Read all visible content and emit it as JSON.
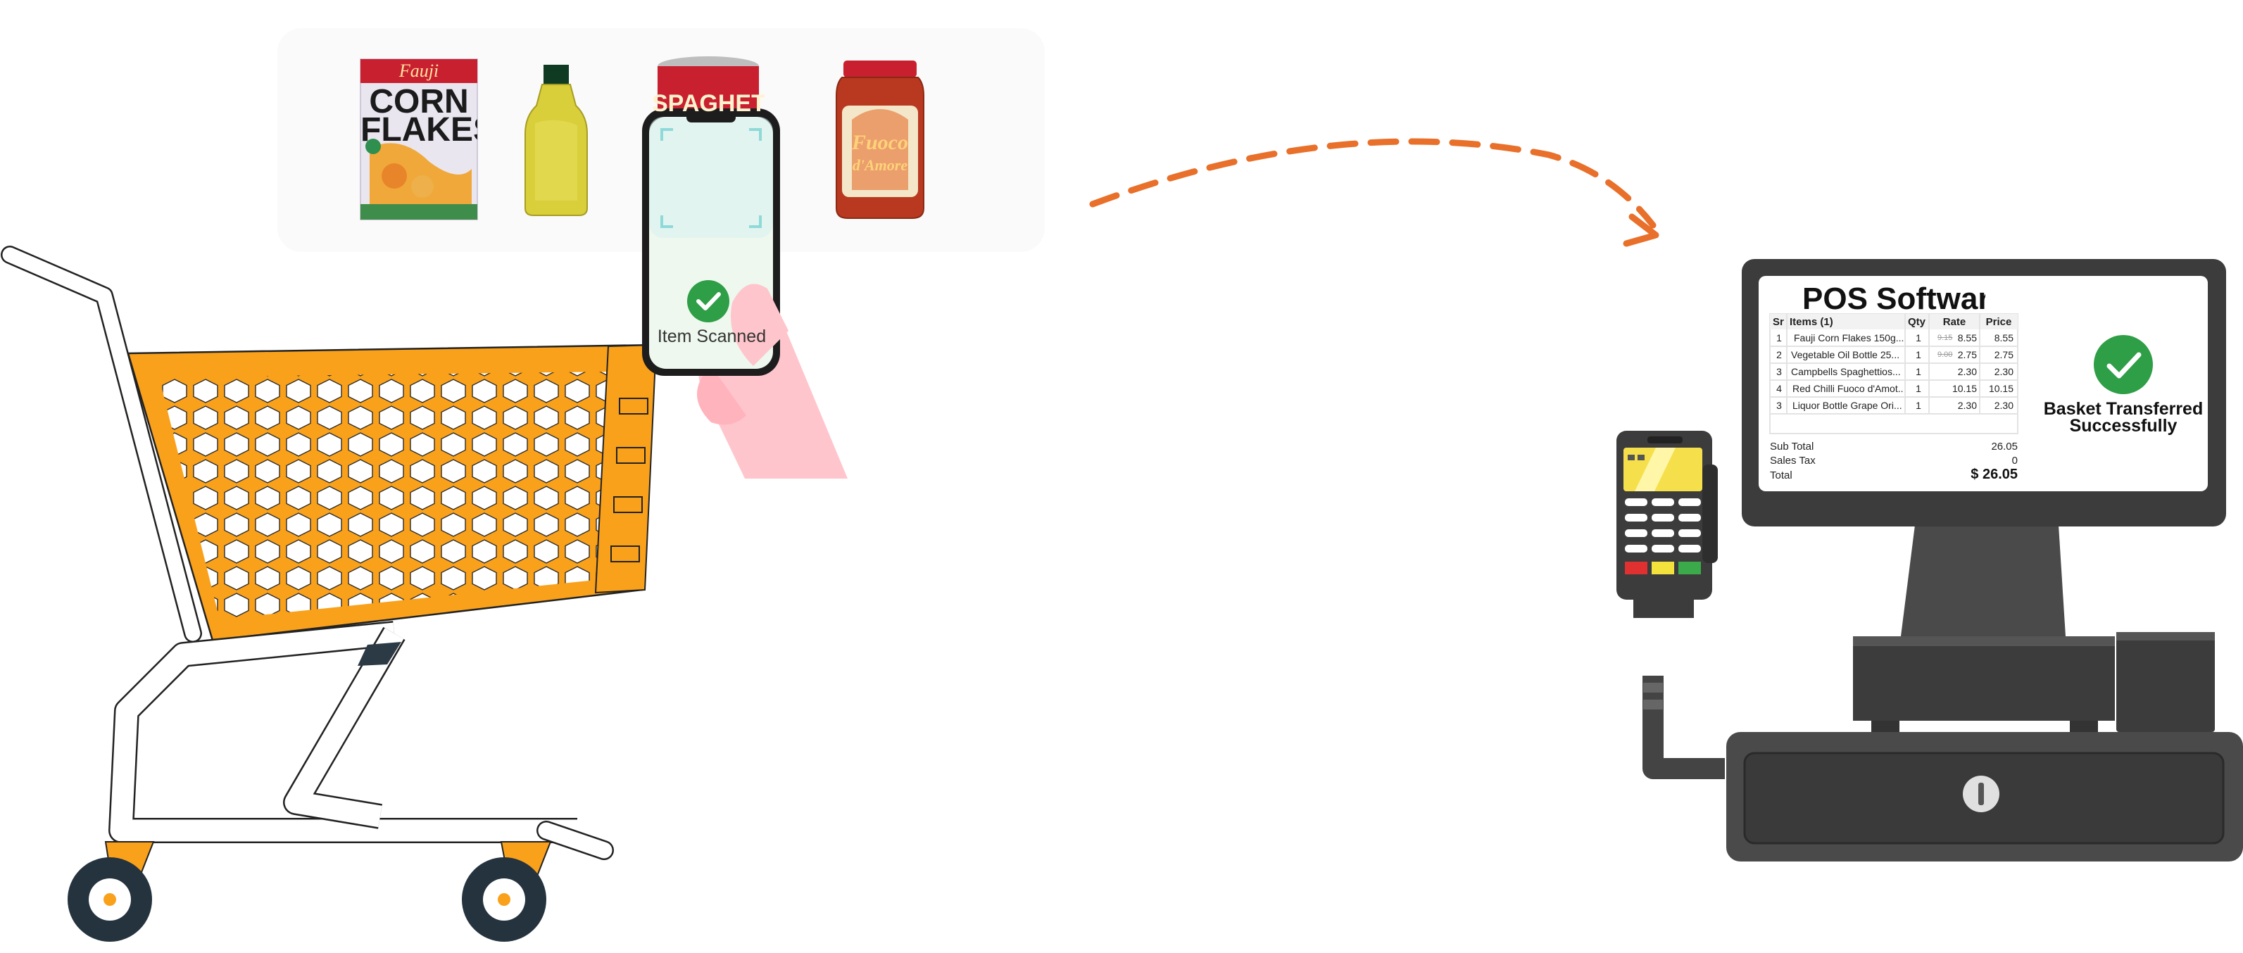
{
  "products": {
    "corn_flakes": {
      "brand": "Fauji",
      "title_line1": "CORN",
      "title_line2": "FLAKES"
    },
    "oil_bottle": {
      "name": "oil-bottle"
    },
    "spaghetti": {
      "brand_text": "SPAGHETTI"
    },
    "chilli_jar": {
      "label_line1": "Fuoco",
      "label_line2": "d'Amore"
    }
  },
  "phone": {
    "status_text": "Item Scanned"
  },
  "pos": {
    "title": "POS Software",
    "columns": {
      "sr": "Sr",
      "items": "Items (1)",
      "qty": "Qty",
      "rate": "Rate",
      "price": "Price"
    },
    "rows": [
      {
        "sr": "1",
        "item": "Fauji Corn Flakes 150g...",
        "qty": "1",
        "old_rate": "9.15",
        "rate": "8.55",
        "price": "8.55"
      },
      {
        "sr": "2",
        "item": "Vegetable Oil Bottle 25...",
        "qty": "1",
        "old_rate": "9.00",
        "rate": "2.75",
        "price": "2.75"
      },
      {
        "sr": "3",
        "item": "Campbells Spaghettios...",
        "qty": "1",
        "old_rate": "",
        "rate": "2.30",
        "price": "2.30"
      },
      {
        "sr": "4",
        "item": "Red Chilli Fuoco d'Amot...",
        "qty": "1",
        "old_rate": "",
        "rate": "10.15",
        "price": "10.15"
      },
      {
        "sr": "3",
        "item": "Liquor Bottle Grape Ori...",
        "qty": "1",
        "old_rate": "",
        "rate": "2.30",
        "price": "2.30"
      }
    ],
    "subtotal_label": "Sub Total",
    "subtotal_value": "26.05",
    "tax_label": "Sales Tax",
    "tax_value": "0",
    "total_label": "Total",
    "total_value": "$ 26.05",
    "success_line1": "Basket Transferred",
    "success_line2": "Successfully"
  },
  "colors": {
    "accent_orange": "#E8702A",
    "cart_orange": "#F9A11B",
    "success_green": "#2E9E47",
    "device_dark": "#3C3C3C",
    "device_mid": "#4A4A4A",
    "hand_pink": "#FFC5CC",
    "card_bg": "#FAFAFA"
  }
}
